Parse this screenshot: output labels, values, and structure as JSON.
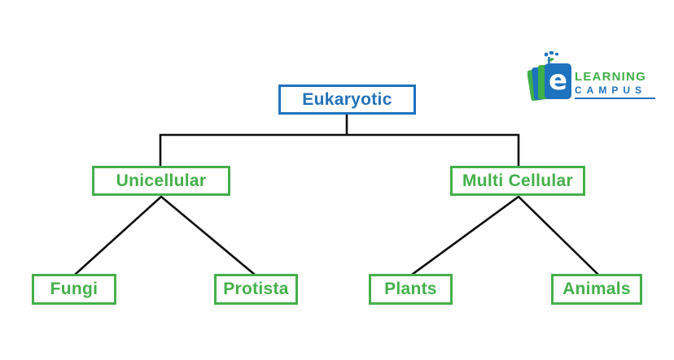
{
  "page": {
    "background_color": "#ffffff",
    "connector_color": "#0d0d0d"
  },
  "colors": {
    "blue": "#1e73be",
    "green": "#44b04a"
  },
  "logo": {
    "icon": "elearning-campus-book-icon",
    "book_letter": "e",
    "line1": "LEARNING",
    "line2": "CAMPUS",
    "line1_color": "#3faf49",
    "line2_color": "#1e73be"
  },
  "diagram": {
    "type": "tree",
    "root": {
      "id": "eukaryotic",
      "label": "Eukaryotic",
      "color": "#1e73be"
    },
    "children": [
      {
        "id": "unicellular",
        "label": "Unicellular",
        "color": "#44b04a",
        "children": [
          {
            "id": "fungi",
            "label": "Fungi",
            "color": "#44b04a"
          },
          {
            "id": "protista",
            "label": "Protista",
            "color": "#44b04a"
          }
        ]
      },
      {
        "id": "multicellular",
        "label": "Multi Cellular",
        "color": "#44b04a",
        "children": [
          {
            "id": "plants",
            "label": "Plants",
            "color": "#44b04a"
          },
          {
            "id": "animals",
            "label": "Animals",
            "color": "#44b04a"
          }
        ]
      }
    ]
  }
}
